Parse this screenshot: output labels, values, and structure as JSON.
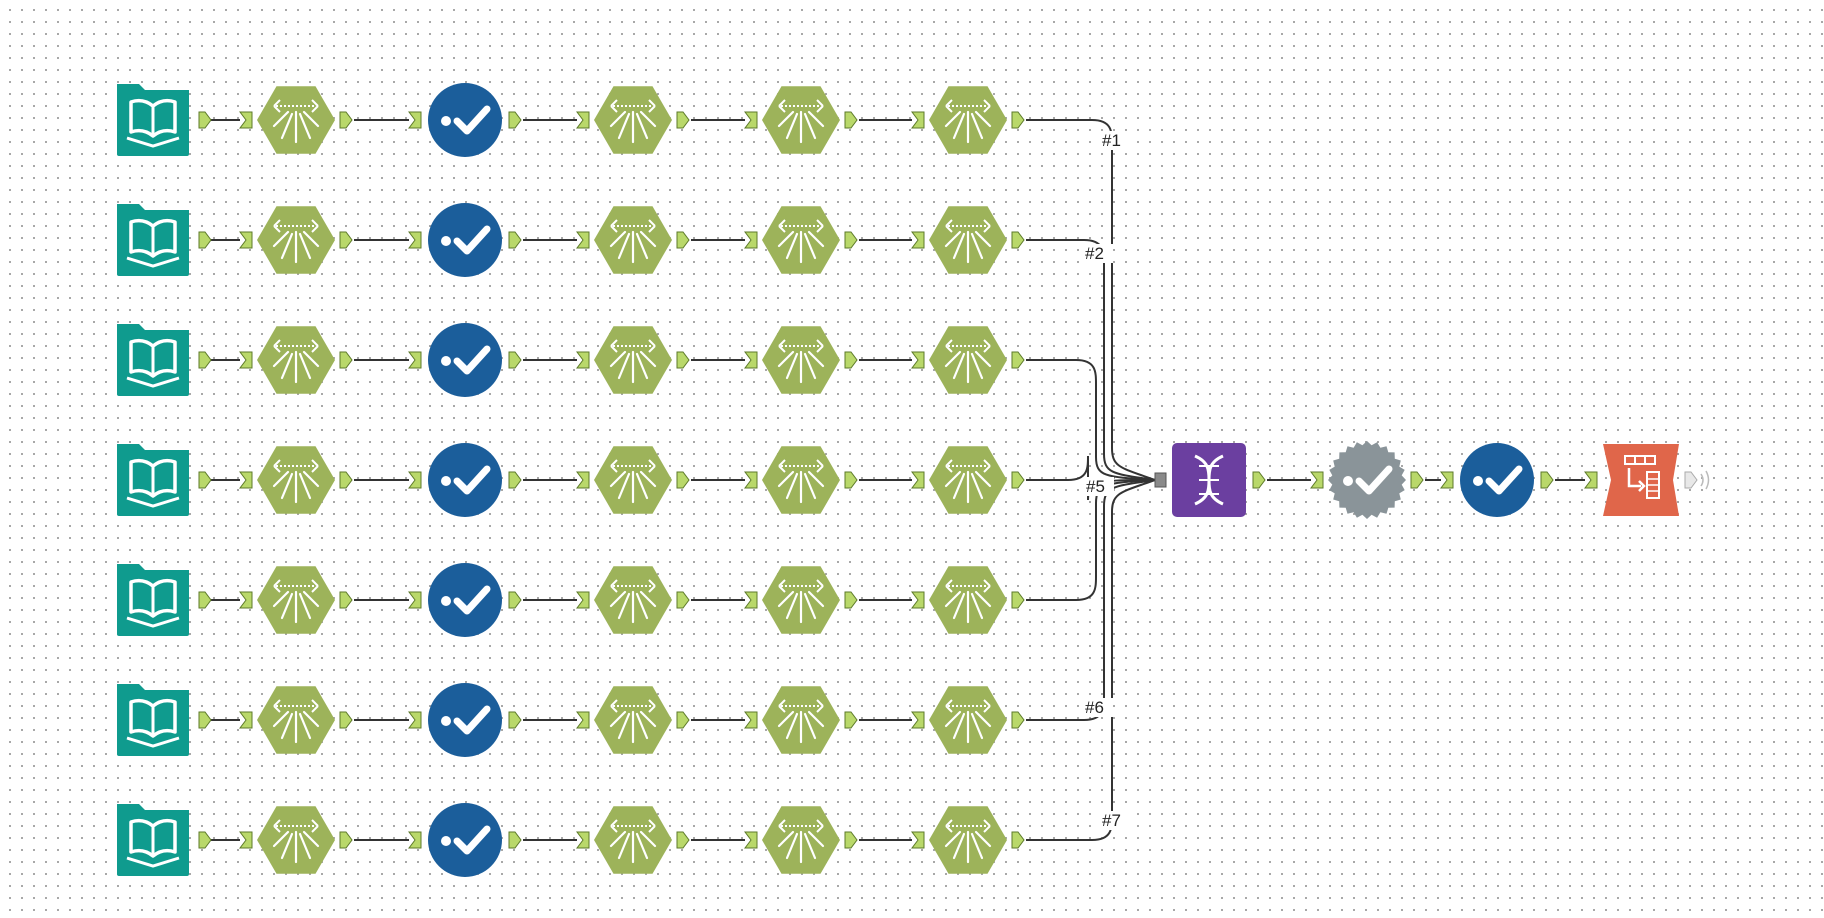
{
  "canvas": {
    "wire_labels": [
      "#1",
      "#2",
      "#5",
      "#6",
      "#7"
    ]
  },
  "rows": [
    {
      "tools": [
        "input-data-icon",
        "text-to-columns-icon",
        "select-icon",
        "text-to-columns-icon",
        "text-to-columns-icon",
        "text-to-columns-icon"
      ]
    },
    {
      "tools": [
        "input-data-icon",
        "text-to-columns-icon",
        "select-icon",
        "text-to-columns-icon",
        "text-to-columns-icon",
        "text-to-columns-icon"
      ]
    },
    {
      "tools": [
        "input-data-icon",
        "text-to-columns-icon",
        "select-icon",
        "text-to-columns-icon",
        "text-to-columns-icon",
        "text-to-columns-icon"
      ]
    },
    {
      "tools": [
        "input-data-icon",
        "text-to-columns-icon",
        "select-icon",
        "text-to-columns-icon",
        "text-to-columns-icon",
        "text-to-columns-icon"
      ]
    },
    {
      "tools": [
        "input-data-icon",
        "text-to-columns-icon",
        "select-icon",
        "text-to-columns-icon",
        "text-to-columns-icon",
        "text-to-columns-icon"
      ]
    },
    {
      "tools": [
        "input-data-icon",
        "text-to-columns-icon",
        "select-icon",
        "text-to-columns-icon",
        "text-to-columns-icon",
        "text-to-columns-icon"
      ]
    },
    {
      "tools": [
        "input-data-icon",
        "text-to-columns-icon",
        "select-icon",
        "text-to-columns-icon",
        "text-to-columns-icon",
        "text-to-columns-icon"
      ]
    }
  ],
  "output_chain": [
    "union-icon",
    "auto-field-icon",
    "select-icon",
    "browse-icon"
  ],
  "colors": {
    "input": "#0f9b8e",
    "parse": "#9db35a",
    "select": "#1b5e9b",
    "union": "#6b3fa0",
    "autofield": "#8a9499",
    "output": "#e0664a",
    "anchor": "#b9d86a",
    "wire": "#333333"
  }
}
